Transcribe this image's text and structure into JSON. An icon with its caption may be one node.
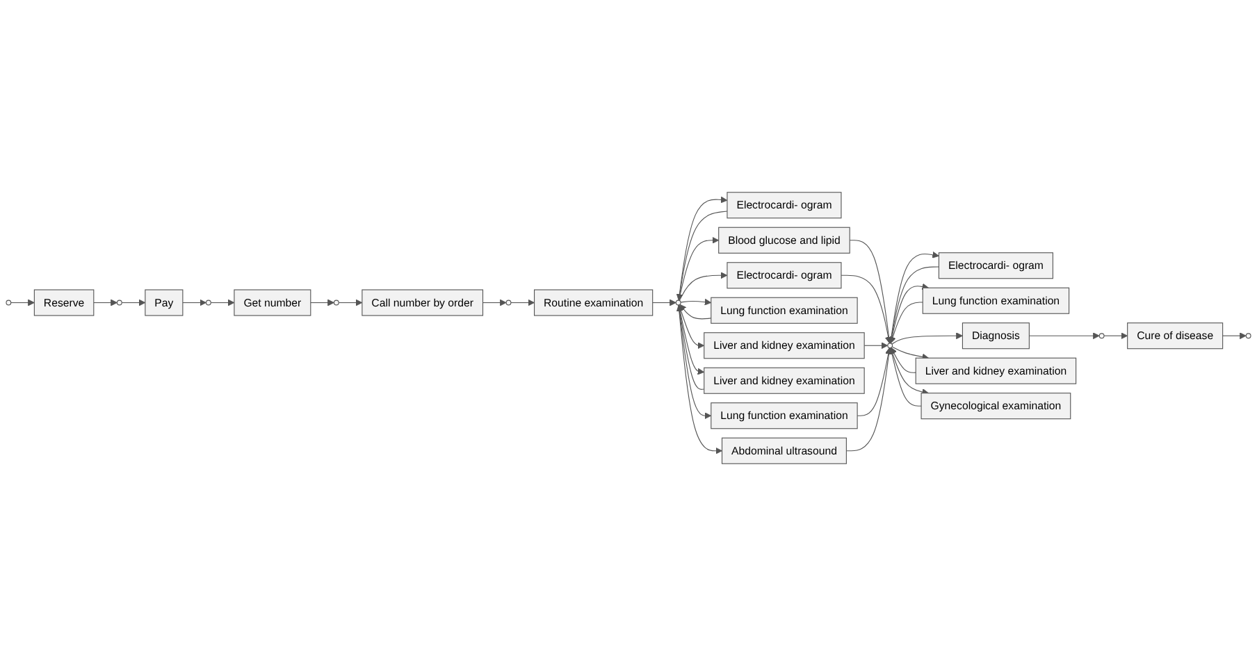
{
  "diagram": {
    "nodes": [
      {
        "text": [],
        "shape": "circle"
      },
      {
        "text": [
          "Reserve"
        ]
      },
      {
        "text": [],
        "shape": "circle"
      },
      {
        "text": [
          "Pay"
        ]
      },
      {
        "text": [],
        "shape": "circle"
      },
      {
        "text": [
          "Get number"
        ]
      },
      {
        "text": [],
        "shape": "circle"
      },
      {
        "text": [
          "Call number by order"
        ]
      },
      {
        "text": [],
        "shape": "circle"
      },
      {
        "text": [
          "Routine examination"
        ]
      },
      {
        "text": [],
        "shape": "circle"
      },
      {
        "text": [
          "Electrocardi- ogram"
        ]
      },
      {
        "text": [
          "Blood glucose and lipid"
        ]
      },
      {
        "text": [
          "Electrocardi- ogram"
        ]
      },
      {
        "text": [
          "Lung function examination"
        ]
      },
      {
        "text": [
          "Liver and kidney examination"
        ]
      },
      {
        "text": [
          "Liver and kidney examination"
        ]
      },
      {
        "text": [
          "Lung function examination"
        ]
      },
      {
        "text": [
          "Abdominal ultrasound"
        ]
      },
      {
        "text": [],
        "shape": "circle"
      },
      {
        "text": [
          "Electrocardi- ogram"
        ]
      },
      {
        "text": [
          "Lung function examination"
        ]
      },
      {
        "text": [
          "Diagnosis"
        ]
      },
      {
        "text": [],
        "shape": "circle"
      },
      {
        "text": [
          "Cure of disease"
        ]
      },
      {
        "text": [],
        "shape": "circle"
      },
      {
        "text": [
          "Liver and kidney examination"
        ]
      },
      {
        "text": [
          "Gynecological examination"
        ]
      }
    ],
    "edges": [
      {
        "from": 0,
        "to": 1,
        "arrow": "to"
      },
      {
        "from": 1,
        "to": 2,
        "arrow": "to"
      },
      {
        "from": 2,
        "to": 3,
        "arrow": "to"
      },
      {
        "from": 3,
        "to": 4,
        "arrow": "to"
      },
      {
        "from": 4,
        "to": 5,
        "arrow": "to"
      },
      {
        "from": 5,
        "to": 6,
        "arrow": "to"
      },
      {
        "from": 6,
        "to": 7,
        "arrow": "to"
      },
      {
        "from": 7,
        "to": 8,
        "arrow": "to"
      },
      {
        "from": 8,
        "to": 9,
        "arrow": "to"
      },
      {
        "from": 9,
        "to": 10,
        "arrow": "to"
      },
      {
        "from": 10,
        "to": 11,
        "arrow": "to"
      },
      {
        "from": 11,
        "to": 10,
        "arrow": "to"
      },
      {
        "from": 10,
        "to": 12,
        "arrow": "to"
      },
      {
        "from": 10,
        "to": 13,
        "arrow": "to"
      },
      {
        "from": 10,
        "to": 14,
        "arrow": "to"
      },
      {
        "from": 14,
        "to": 10,
        "arrow": "to"
      },
      {
        "from": 10,
        "to": 15,
        "arrow": "to"
      },
      {
        "from": 10,
        "to": 16,
        "arrow": "to"
      },
      {
        "from": 16,
        "to": 10,
        "arrow": "to"
      },
      {
        "from": 10,
        "to": 17,
        "arrow": "to"
      },
      {
        "from": 10,
        "to": 18,
        "arrow": "to"
      },
      {
        "from": 12,
        "to": 19,
        "arrow": "to"
      },
      {
        "from": 13,
        "to": 19,
        "arrow": "to"
      },
      {
        "from": 15,
        "to": 19,
        "arrow": "to"
      },
      {
        "from": 17,
        "to": 19,
        "arrow": "to"
      },
      {
        "from": 18,
        "to": 19,
        "arrow": "to"
      },
      {
        "from": 19,
        "to": 20,
        "arrow": "to"
      },
      {
        "from": 20,
        "to": 19,
        "arrow": "to"
      },
      {
        "from": 19,
        "to": 21,
        "arrow": "to"
      },
      {
        "from": 21,
        "to": 19,
        "arrow": "to"
      },
      {
        "from": 19,
        "to": 22,
        "arrow": "to"
      },
      {
        "from": 19,
        "to": 26,
        "arrow": "to"
      },
      {
        "from": 26,
        "to": 19,
        "arrow": "to"
      },
      {
        "from": 19,
        "to": 27,
        "arrow": "to"
      },
      {
        "from": 27,
        "to": 19,
        "arrow": "to"
      },
      {
        "from": 22,
        "to": 23,
        "arrow": "to"
      },
      {
        "from": 23,
        "to": 24,
        "arrow": "to"
      },
      {
        "from": 24,
        "to": 25,
        "arrow": "to"
      }
    ]
  }
}
